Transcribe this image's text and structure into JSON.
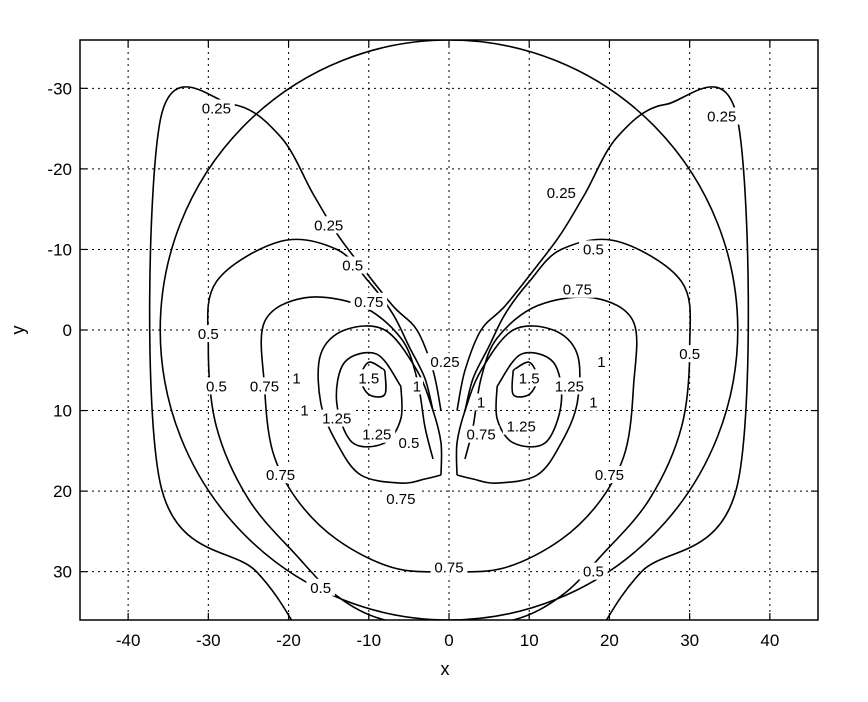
{
  "chart_data": {
    "type": "contour",
    "title": "",
    "xlabel": "x",
    "ylabel": "y",
    "xlim": [
      -46,
      46
    ],
    "ylim": [
      -36,
      36
    ],
    "y_reversed": true,
    "grid": true,
    "xticks": [
      -40,
      -30,
      -20,
      -10,
      0,
      10,
      20,
      30,
      40
    ],
    "yticks": [
      -30,
      -20,
      -10,
      0,
      10,
      20,
      30
    ],
    "boundary_circle": {
      "center": [
        0,
        0
      ],
      "radius": 36
    },
    "levels": [
      {
        "level": 0.25,
        "label": "0.25",
        "paths": [
          [
            [
              -1,
              10
            ],
            [
              -2,
              5
            ],
            [
              -4,
              0
            ],
            [
              -7,
              -3
            ],
            [
              -11,
              -8
            ],
            [
              -14,
              -12
            ],
            [
              -17,
              -17
            ],
            [
              -21,
              -24
            ],
            [
              -27,
              -28
            ],
            [
              -36,
              -26
            ],
            [
              -36,
              19
            ],
            [
              -24,
              30
            ],
            [
              -19,
              37
            ]
          ],
          [
            [
              1,
              10
            ],
            [
              2,
              5
            ],
            [
              4,
              0
            ],
            [
              7,
              -3
            ],
            [
              11,
              -8
            ],
            [
              14,
              -12
            ],
            [
              17,
              -17
            ],
            [
              21,
              -24
            ],
            [
              27,
              -28
            ],
            [
              36,
              -26
            ],
            [
              36,
              19
            ],
            [
              24,
              30
            ],
            [
              19,
              37
            ]
          ]
        ],
        "labels_at": [
          [
            -29,
            -27.5
          ],
          [
            34,
            -26.5
          ],
          [
            -15,
            -13
          ],
          [
            14,
            -17
          ],
          [
            -0.5,
            4
          ]
        ]
      },
      {
        "level": 0.5,
        "label": "0.5",
        "paths": [
          [
            [
              -2,
              10
            ],
            [
              -3,
              6
            ],
            [
              -5,
              2
            ],
            [
              -7,
              -2
            ],
            [
              -10,
              -6
            ],
            [
              -14,
              -10
            ],
            [
              -21,
              -11
            ],
            [
              -29,
              -6
            ],
            [
              -30,
              2
            ],
            [
              -29,
              12
            ],
            [
              -25,
              21
            ],
            [
              -19,
              28
            ],
            [
              -14,
              33
            ],
            [
              -8,
              36
            ],
            [
              0,
              36.5
            ],
            [
              8,
              36
            ],
            [
              14,
              33
            ],
            [
              19,
              28
            ],
            [
              25,
              21
            ],
            [
              29,
              12
            ],
            [
              30,
              2
            ],
            [
              29,
              -6
            ],
            [
              21,
              -11
            ],
            [
              14,
              -10
            ],
            [
              10,
              -6
            ],
            [
              7,
              -2
            ],
            [
              5,
              2
            ],
            [
              3,
              6
            ],
            [
              2,
              10
            ]
          ]
        ],
        "labels_at": [
          [
            -12,
            -8
          ],
          [
            -30,
            0.5
          ],
          [
            -29,
            7
          ],
          [
            -16,
            32
          ],
          [
            18,
            -10
          ],
          [
            30,
            3
          ],
          [
            18,
            30
          ],
          [
            -5,
            14
          ]
        ]
      },
      {
        "level": 0.75,
        "label": "0.75",
        "paths": [
          [
            [
              -2,
              16
            ],
            [
              -3,
              12
            ],
            [
              -4,
              6
            ],
            [
              -6,
              1
            ],
            [
              -11,
              -3
            ],
            [
              -18,
              -4
            ],
            [
              -23,
              -1
            ],
            [
              -23,
              7
            ],
            [
              -22,
              15
            ],
            [
              -19,
              21
            ],
            [
              -14,
              26
            ],
            [
              -7,
              29.5
            ],
            [
              0,
              30
            ],
            [
              7,
              29.5
            ],
            [
              14,
              26
            ],
            [
              19,
              21
            ],
            [
              22,
              15
            ],
            [
              23,
              7
            ],
            [
              23,
              -1
            ],
            [
              18,
              -4
            ],
            [
              11,
              -3
            ],
            [
              6,
              1
            ],
            [
              4,
              6
            ],
            [
              3,
              12
            ],
            [
              2,
              16
            ]
          ]
        ],
        "labels_at": [
          [
            -10,
            -3.5
          ],
          [
            -23,
            7
          ],
          [
            -21,
            18
          ],
          [
            -6,
            21
          ],
          [
            16,
            -5
          ],
          [
            20,
            18
          ],
          [
            0,
            29.5
          ],
          [
            4,
            13
          ]
        ]
      },
      {
        "level": 1,
        "label": "1",
        "paths": [
          [
            [
              -1,
              18
            ],
            [
              -1,
              14
            ],
            [
              -2,
              10
            ],
            [
              -4,
              5
            ],
            [
              -8,
              0
            ],
            [
              -13,
              0
            ],
            [
              -16,
              3
            ],
            [
              -16,
              9
            ],
            [
              -14,
              14
            ],
            [
              -11,
              18
            ],
            [
              -6,
              19
            ],
            [
              -3,
              18.5
            ],
            [
              -1,
              18
            ]
          ],
          [
            [
              1,
              18
            ],
            [
              1,
              14
            ],
            [
              2,
              10
            ],
            [
              4,
              5
            ],
            [
              8,
              0
            ],
            [
              13,
              0
            ],
            [
              16,
              3
            ],
            [
              16,
              9
            ],
            [
              14,
              14
            ],
            [
              11,
              18
            ],
            [
              6,
              19
            ],
            [
              3,
              18.5
            ],
            [
              1,
              18
            ]
          ]
        ],
        "labels_at": [
          [
            -19,
            6
          ],
          [
            -18,
            10
          ],
          [
            19,
            4
          ],
          [
            18,
            9
          ],
          [
            -4,
            7
          ],
          [
            4,
            9
          ]
        ]
      },
      {
        "level": 1.25,
        "label": "1.25",
        "paths": [
          [
            [
              -6,
              7
            ],
            [
              -9,
              3
            ],
            [
              -13,
              4
            ],
            [
              -14,
              9
            ],
            [
              -12,
              14
            ],
            [
              -8,
              14
            ],
            [
              -6,
              11
            ],
            [
              -6,
              7
            ]
          ],
          [
            [
              6,
              7
            ],
            [
              9,
              3
            ],
            [
              13,
              4
            ],
            [
              14,
              9
            ],
            [
              12,
              14
            ],
            [
              8,
              14
            ],
            [
              6,
              11
            ],
            [
              6,
              7
            ]
          ]
        ],
        "labels_at": [
          [
            -14,
            11
          ],
          [
            -9,
            13
          ],
          [
            15,
            7
          ],
          [
            9,
            12
          ]
        ]
      },
      {
        "level": 1.5,
        "label": "1.5",
        "paths": [
          [
            [
              -8,
              5
            ],
            [
              -10,
              4
            ],
            [
              -11,
              6
            ],
            [
              -10,
              8
            ],
            [
              -8,
              8
            ],
            [
              -8,
              5
            ]
          ],
          [
            [
              8,
              5
            ],
            [
              10,
              4
            ],
            [
              11,
              6
            ],
            [
              10,
              8
            ],
            [
              8,
              8
            ],
            [
              8,
              5
            ]
          ]
        ],
        "labels_at": [
          [
            -10,
            6
          ],
          [
            10,
            6
          ]
        ]
      }
    ]
  }
}
